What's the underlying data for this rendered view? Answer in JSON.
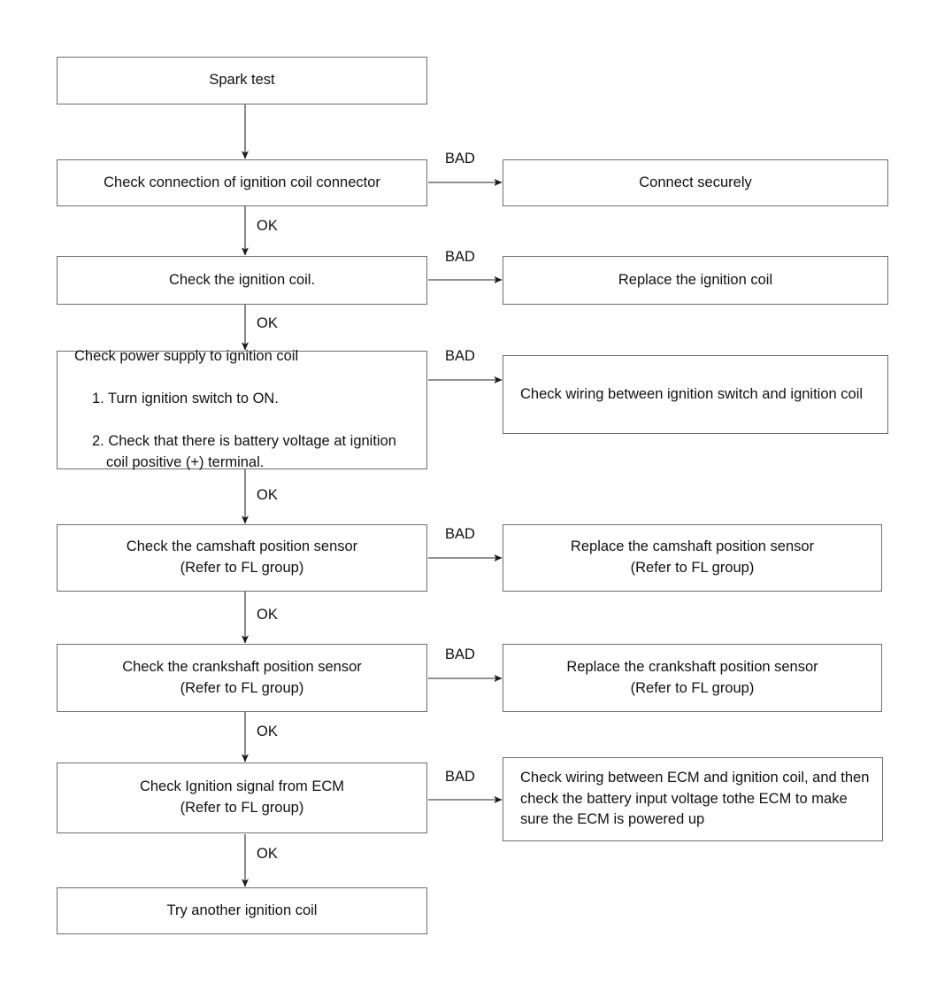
{
  "diagram": {
    "title": "Spark test troubleshooting flowchart",
    "line_color": "#6d6d6d",
    "arrow_color": "#1a1a1a",
    "text_color": "#111111",
    "background": "#ffffff"
  },
  "nodes": {
    "spark_test": "Spark test",
    "check_connection": "Check connection of ignition coil connector",
    "connect_securely": "Connect securely",
    "check_coil": "Check the ignition coil.",
    "replace_coil": "Replace the ignition coil",
    "check_power_title": "Check power supply to ignition coil",
    "check_power_item1": "1.  Turn ignition switch to ON.",
    "check_power_item2": "2.  Check that there is battery voltage at ignition coil positive (+) terminal.",
    "check_wiring_switch": "Check wiring between ignition switch and ignition coil",
    "check_cam": "Check the camshaft position sensor\n(Refer to FL group)",
    "replace_cam": "Replace the camshaft position sensor\n(Refer to FL group)",
    "check_crank": "Check the crankshaft position sensor\n(Refer to FL group)",
    "replace_crank": "Replace the crankshaft position sensor\n(Refer to FL group)",
    "check_ecm": "Check Ignition signal from ECM\n(Refer to FL group)",
    "check_wiring_ecm": "Check wiring between ECM and ignition coil, and then check the battery input voltage tothe ECM to make sure the ECM is powered up",
    "try_another": "Try another ignition coil"
  },
  "edge_labels": {
    "bad1": "BAD",
    "bad2": "BAD",
    "bad3": "BAD",
    "bad4": "BAD",
    "bad5": "BAD",
    "bad6": "BAD",
    "ok1": "OK",
    "ok2": "OK",
    "ok3": "OK",
    "ok4": "OK",
    "ok5": "OK",
    "ok6": "OK"
  }
}
